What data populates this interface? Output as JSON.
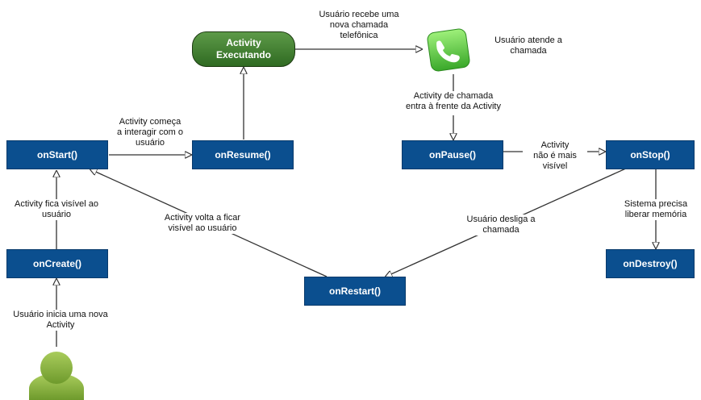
{
  "colors": {
    "node_fill": "#0b4f8f",
    "running_fill": "#3f7f2f",
    "arrow": "#333333",
    "phone_green": "#5fce3c",
    "user_green": "#7fae3a"
  },
  "nodes": {
    "running": "Activity\nExecutando",
    "on_start": "onStart()",
    "on_resume": "onResume()",
    "on_pause": "onPause()",
    "on_stop": "onStop()",
    "on_create": "onCreate()",
    "on_restart": "onRestart()",
    "on_destroy": "onDestroy()"
  },
  "labels": {
    "call_received": "Usuário recebe uma\nnova chamada\ntelefônica",
    "user_answers": "Usuário atende a\nchamada",
    "call_front": "Activity de chamada\nentra à frente da Activity",
    "begins_interact": "Activity começa\na interagir com o\nusuário",
    "not_visible": "Activity\nnão é mais\nvisível",
    "visible_to_user": "Activity fica visível ao\nusuário",
    "visible_again": "Activity volta a ficar\nvisível ao usuário",
    "hangs_up": "Usuário desliga a\nchamada",
    "free_memory": "Sistema precisa\nliberar memória",
    "starts_new": "Usuário inicia uma nova\nActivity"
  },
  "icons": {
    "phone": "phone-icon",
    "user": "user-icon"
  }
}
